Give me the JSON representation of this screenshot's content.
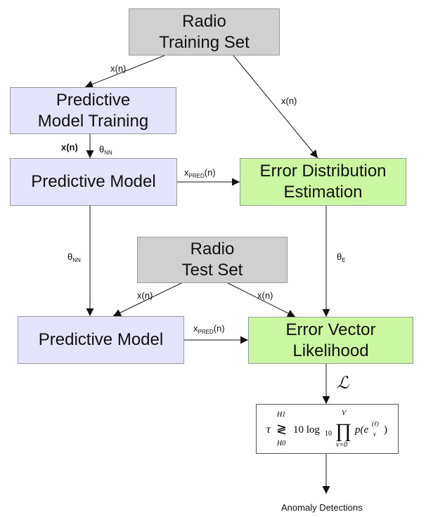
{
  "colors": {
    "gray_box": "#d0d0d0",
    "lavender_box": "#e3e3fa",
    "green_box": "#ccf7a2",
    "arrow": "#111111"
  },
  "nodes": {
    "radio_training_set": {
      "line1": "Radio",
      "line2": "Training Set"
    },
    "predictive_model_training": {
      "line1": "Predictive",
      "line2": "Model Training"
    },
    "predictive_model_top": {
      "label": "Predictive Model"
    },
    "error_distribution_estimation": {
      "line1": "Error Distribution",
      "line2": "Estimation"
    },
    "radio_test_set": {
      "line1": "Radio",
      "line2": "Test Set"
    },
    "predictive_model_bottom": {
      "label": "Predictive Model"
    },
    "error_vector_likelihood": {
      "line1": "Error Vector",
      "line2": "Likelihood"
    },
    "threshold_formula": {
      "text": "τ ≷ 10 log10 ∏ p(e_v^(ℓ))",
      "tau": "τ",
      "h1": "H1",
      "h0": "H0",
      "ten_log": "10 log",
      "log_base": "10",
      "prod": "∏",
      "upper": "V",
      "lower": "v=0",
      "term": "p(e",
      "sub_v": "v",
      "sup_l": "(ℓ)",
      "close": ")"
    }
  },
  "edge_labels": {
    "train_to_pmt": {
      "base": "x(n)"
    },
    "train_to_ede": {
      "base": "x(n)"
    },
    "pmt_to_pm_x": {
      "base": "x(n)"
    },
    "pmt_to_pm_theta": {
      "base": "θ",
      "sub": "NN"
    },
    "pm_to_ede": {
      "base": "x",
      "sub": "PRED",
      "suffix": "(n)"
    },
    "pm_to_pm2_theta": {
      "base": "θ",
      "sub": "NN"
    },
    "ede_to_evl_theta": {
      "base": "θ",
      "sub": "E"
    },
    "test_to_pm2": {
      "base": "x(n)"
    },
    "test_to_evl": {
      "base": "x(n)"
    },
    "pm2_to_evl": {
      "base": "x",
      "sub": "PRED",
      "suffix": "(n)"
    },
    "evl_to_formula": {
      "base": "ℒ"
    }
  },
  "output": {
    "label": "Anomaly Detections"
  }
}
